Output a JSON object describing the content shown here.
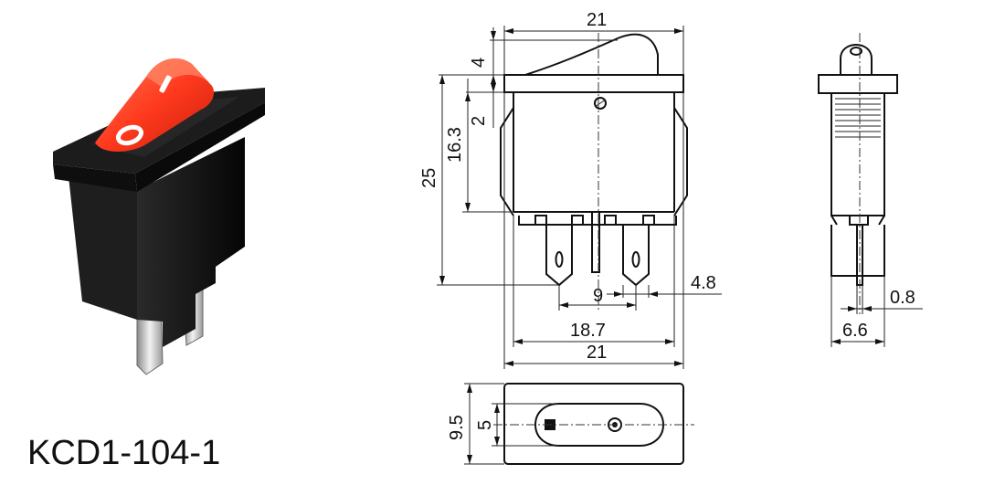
{
  "model_label": "KCD1-104-1",
  "dimensions": {
    "front_top_width": "21",
    "rocker_height": "4",
    "flange_thickness": "2",
    "body_depth": "16.3",
    "overall_height": "25",
    "terminal_width": "4.8",
    "terminal_spacing": "9",
    "body_width": "18.7",
    "flange_width": "21",
    "side_terminal_thickness": "0.8",
    "side_body_width": "6.6",
    "top_flange_height": "9.5",
    "top_rocker_height": "5"
  },
  "switch_marks": {
    "on": "I",
    "off": "O"
  },
  "colors": {
    "rocker": "#ff3a1e",
    "housing": "#1a1a1a",
    "terminal": "#c9c9c9"
  }
}
